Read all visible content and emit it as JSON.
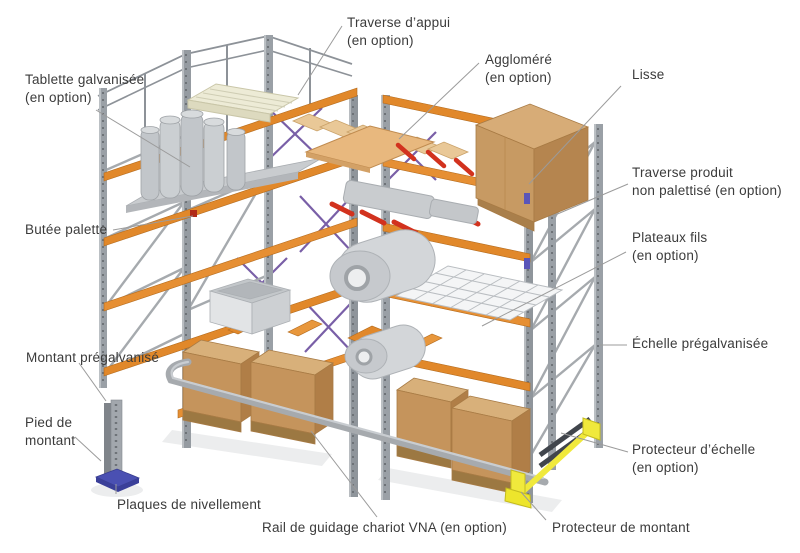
{
  "diagram": {
    "subject": "Pallet racking components diagram (French)",
    "language": "fr",
    "background": "#ffffff",
    "palette": {
      "beam_orange": "#E1882A",
      "beam_orange_dark": "#B36A1C",
      "upright_steel": "#9AA0A6",
      "brace_purple": "#6B4E9E",
      "accent_red": "#D2321E",
      "protector_yellow": "#F0E93C",
      "base_plate_blue": "#4A50B2",
      "cardboard": "#C5945C",
      "pallet_cream": "#EDEBD6",
      "chipboard_tan": "#E8B87E",
      "label_text": "#3B3B3B",
      "leader_line": "#9B9B9B"
    },
    "labels": {
      "tablette": {
        "lines": [
          "Tablette galvanisée",
          "(en option)"
        ]
      },
      "traverse_appui": {
        "lines": [
          "Traverse d’appui",
          "(en option)"
        ]
      },
      "agglomere": {
        "lines": [
          "Aggloméré",
          "(en option)"
        ]
      },
      "lisse": {
        "lines": [
          "Lisse"
        ]
      },
      "traverse_produit": {
        "lines": [
          "Traverse produit",
          "non palettisé (en option)"
        ]
      },
      "plateaux_fils": {
        "lines": [
          "Plateaux fils",
          "(en option)"
        ]
      },
      "butee": {
        "lines": [
          "Butée palette"
        ]
      },
      "echelle": {
        "lines": [
          "Échelle prégalvanisée"
        ]
      },
      "montant": {
        "lines": [
          "Montant prégalvanisé"
        ]
      },
      "pied_montant": {
        "lines": [
          "Pied de",
          "montant"
        ]
      },
      "plaques": {
        "lines": [
          "Plaques de nivellement"
        ]
      },
      "rail_guidage": {
        "lines": [
          "Rail de guidage chariot VNA (en option)"
        ]
      },
      "protecteur_echelle": {
        "lines": [
          "Protecteur d’échelle",
          "(en option)"
        ]
      },
      "protecteur_montant": {
        "lines": [
          "Protecteur de montant"
        ]
      }
    }
  }
}
